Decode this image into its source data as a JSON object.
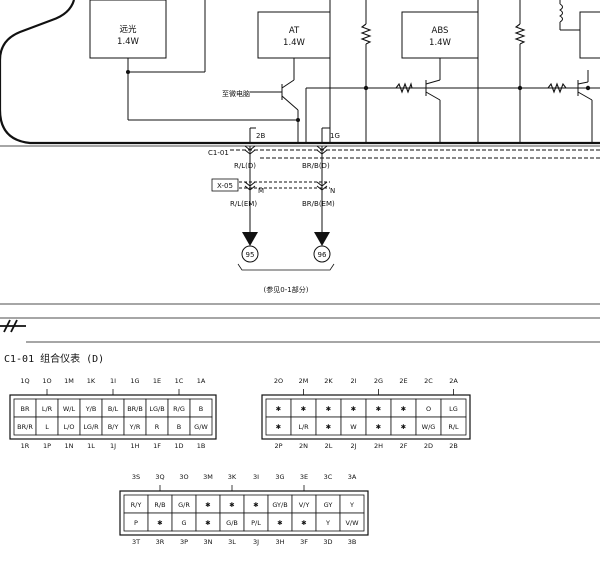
{
  "modules": [
    {
      "id": "m1",
      "name": "远光",
      "watt": "1.4W"
    },
    {
      "id": "m2",
      "name": "AT",
      "watt": "1.4W"
    },
    {
      "id": "m3",
      "name": "ABS",
      "watt": "1.4W"
    }
  ],
  "labels": {
    "to_cpu": "至微电脑",
    "c101": "C1-01",
    "pin_2b": "2B",
    "pin_1g": "1G",
    "wire_rl_d": "R/L(D)",
    "wire_brb_d": "BR/B(D)",
    "x05": "X-05",
    "pin_m": "M",
    "pin_n": "N",
    "wire_rl_em": "R/L(EM)",
    "wire_brb_em": "BR/B(EM)",
    "ground95": "95",
    "ground96": "96",
    "see_note": "(参见0-1部分)",
    "connector_title": "C1-01 组合仪表 (D)"
  },
  "connector_left": {
    "top_pins": [
      "1Q",
      "1O",
      "1M",
      "1K",
      "1I",
      "1G",
      "1E",
      "1C",
      "1A"
    ],
    "row1": [
      "BR",
      "L/R",
      "W/L",
      "Y/B",
      "B/L",
      "BR/B",
      "LG/B",
      "R/G",
      "B"
    ],
    "row2": [
      "BR/R",
      "L",
      "L/O",
      "LG/R",
      "B/Y",
      "Y/R",
      "R",
      "B",
      "G/W"
    ],
    "bottom_pins": [
      "1R",
      "1P",
      "1N",
      "1L",
      "1J",
      "1H",
      "1F",
      "1D",
      "1B"
    ]
  },
  "connector_mid": {
    "top_pins": [
      "2O",
      "2M",
      "2K",
      "2I",
      "2G",
      "2E",
      "2C",
      "2A"
    ],
    "row1": [
      "✱",
      "✱",
      "✱",
      "✱",
      "✱",
      "✱",
      "O",
      "LG"
    ],
    "row2": [
      "✱",
      "L/R",
      "✱",
      "W",
      "✱",
      "✱",
      "W/G",
      "R/L"
    ],
    "bottom_pins": [
      "2P",
      "2N",
      "2L",
      "2J",
      "2H",
      "2F",
      "2D",
      "2B"
    ]
  },
  "connector_bottom": {
    "top_pins": [
      "3S",
      "3Q",
      "3O",
      "3M",
      "3K",
      "3I",
      "3G",
      "3E",
      "3C",
      "3A"
    ],
    "row1": [
      "R/Y",
      "R/B",
      "G/R",
      "✱",
      "✱",
      "✱",
      "GY/B",
      "V/Y",
      "GY",
      "Y"
    ],
    "row2": [
      "P",
      "✱",
      "G",
      "✱",
      "G/B",
      "P/L",
      "✱",
      "✱",
      "Y",
      "V/W"
    ],
    "bottom_pins": [
      "3T",
      "3R",
      "3P",
      "3N",
      "3L",
      "3J",
      "3H",
      "3F",
      "3D",
      "3B"
    ]
  }
}
